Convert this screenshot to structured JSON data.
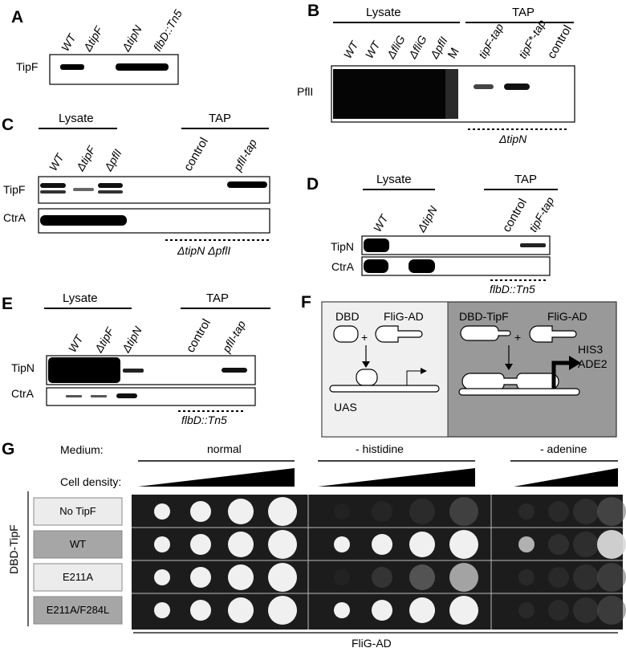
{
  "panels": [
    {
      "id": "A",
      "label": "A",
      "lanes": [
        "WT",
        "ΔtipF",
        "ΔtipN",
        "flbD::Tn5"
      ],
      "rows": [
        "TipF"
      ]
    },
    {
      "id": "B",
      "label": "B",
      "groups": [
        "Lysate",
        "TAP"
      ],
      "lanes": [
        "WT",
        "WT",
        "ΔfliG",
        "ΔfliG",
        "ΔpflI",
        "M",
        "tipF-tap",
        "tipF*-tap",
        "control"
      ],
      "rows": [
        "PflI"
      ],
      "footer": "ΔtipN"
    },
    {
      "id": "C",
      "label": "C",
      "groups": [
        "Lysate",
        "TAP"
      ],
      "lanes": [
        "WT",
        "ΔtipF",
        "ΔpflI",
        "control",
        "pflI-tap"
      ],
      "rows": [
        "TipF",
        "CtrA"
      ],
      "footer": "ΔtipN ΔpflI"
    },
    {
      "id": "D",
      "label": "D",
      "groups": [
        "Lysate",
        "TAP"
      ],
      "lanes": [
        "WT",
        "ΔtipN",
        "control",
        "tipF-tap"
      ],
      "rows": [
        "TipN",
        "CtrA"
      ],
      "footer": "flbD::Tn5"
    },
    {
      "id": "E",
      "label": "E",
      "groups": [
        "Lysate",
        "TAP"
      ],
      "lanes": [
        "WT",
        "ΔtipF",
        "ΔtipN",
        "control",
        "pflI-tap"
      ],
      "rows": [
        "TipN",
        "CtrA"
      ],
      "footer": "flbD::Tn5"
    }
  ],
  "panel_f": {
    "label": "F",
    "dbd": "DBD",
    "flig_ad": "FliG-AD",
    "plus": "+",
    "uas": "UAS",
    "dbd_tipf": "DBD-TipF",
    "flig_ad_2": "FliG-AD",
    "plus_2": "+",
    "reporter_1": "HIS3",
    "reporter_2": "ADE2"
  },
  "panel_g": {
    "label": "G",
    "medium_label": "Medium:",
    "density_label": "Cell density:",
    "media": [
      "normal",
      "- histidine",
      "- adenine"
    ],
    "side_label": "DBD-TipF",
    "rows": [
      "No TipF",
      "WT",
      "E211A",
      "E211A/F284L"
    ],
    "bottom_label": "FliG-AD",
    "spot_levels": [
      [
        [
          1,
          1,
          1,
          1
        ],
        [
          0.03,
          0.06,
          0.12,
          0.28
        ],
        [
          0.1,
          0.1,
          0.15,
          0.3
        ]
      ],
      [
        [
          1,
          1,
          1,
          1
        ],
        [
          1,
          1,
          1,
          1
        ],
        [
          0.8,
          0.15,
          0.15,
          0.9
        ]
      ],
      [
        [
          1,
          1,
          1,
          1
        ],
        [
          0.03,
          0.2,
          0.4,
          0.75
        ],
        [
          0.1,
          0.1,
          0.15,
          0.25
        ]
      ],
      [
        [
          1,
          1,
          1,
          1
        ],
        [
          1,
          1,
          1,
          1
        ],
        [
          0.1,
          0.1,
          0.15,
          0.25
        ]
      ]
    ]
  }
}
